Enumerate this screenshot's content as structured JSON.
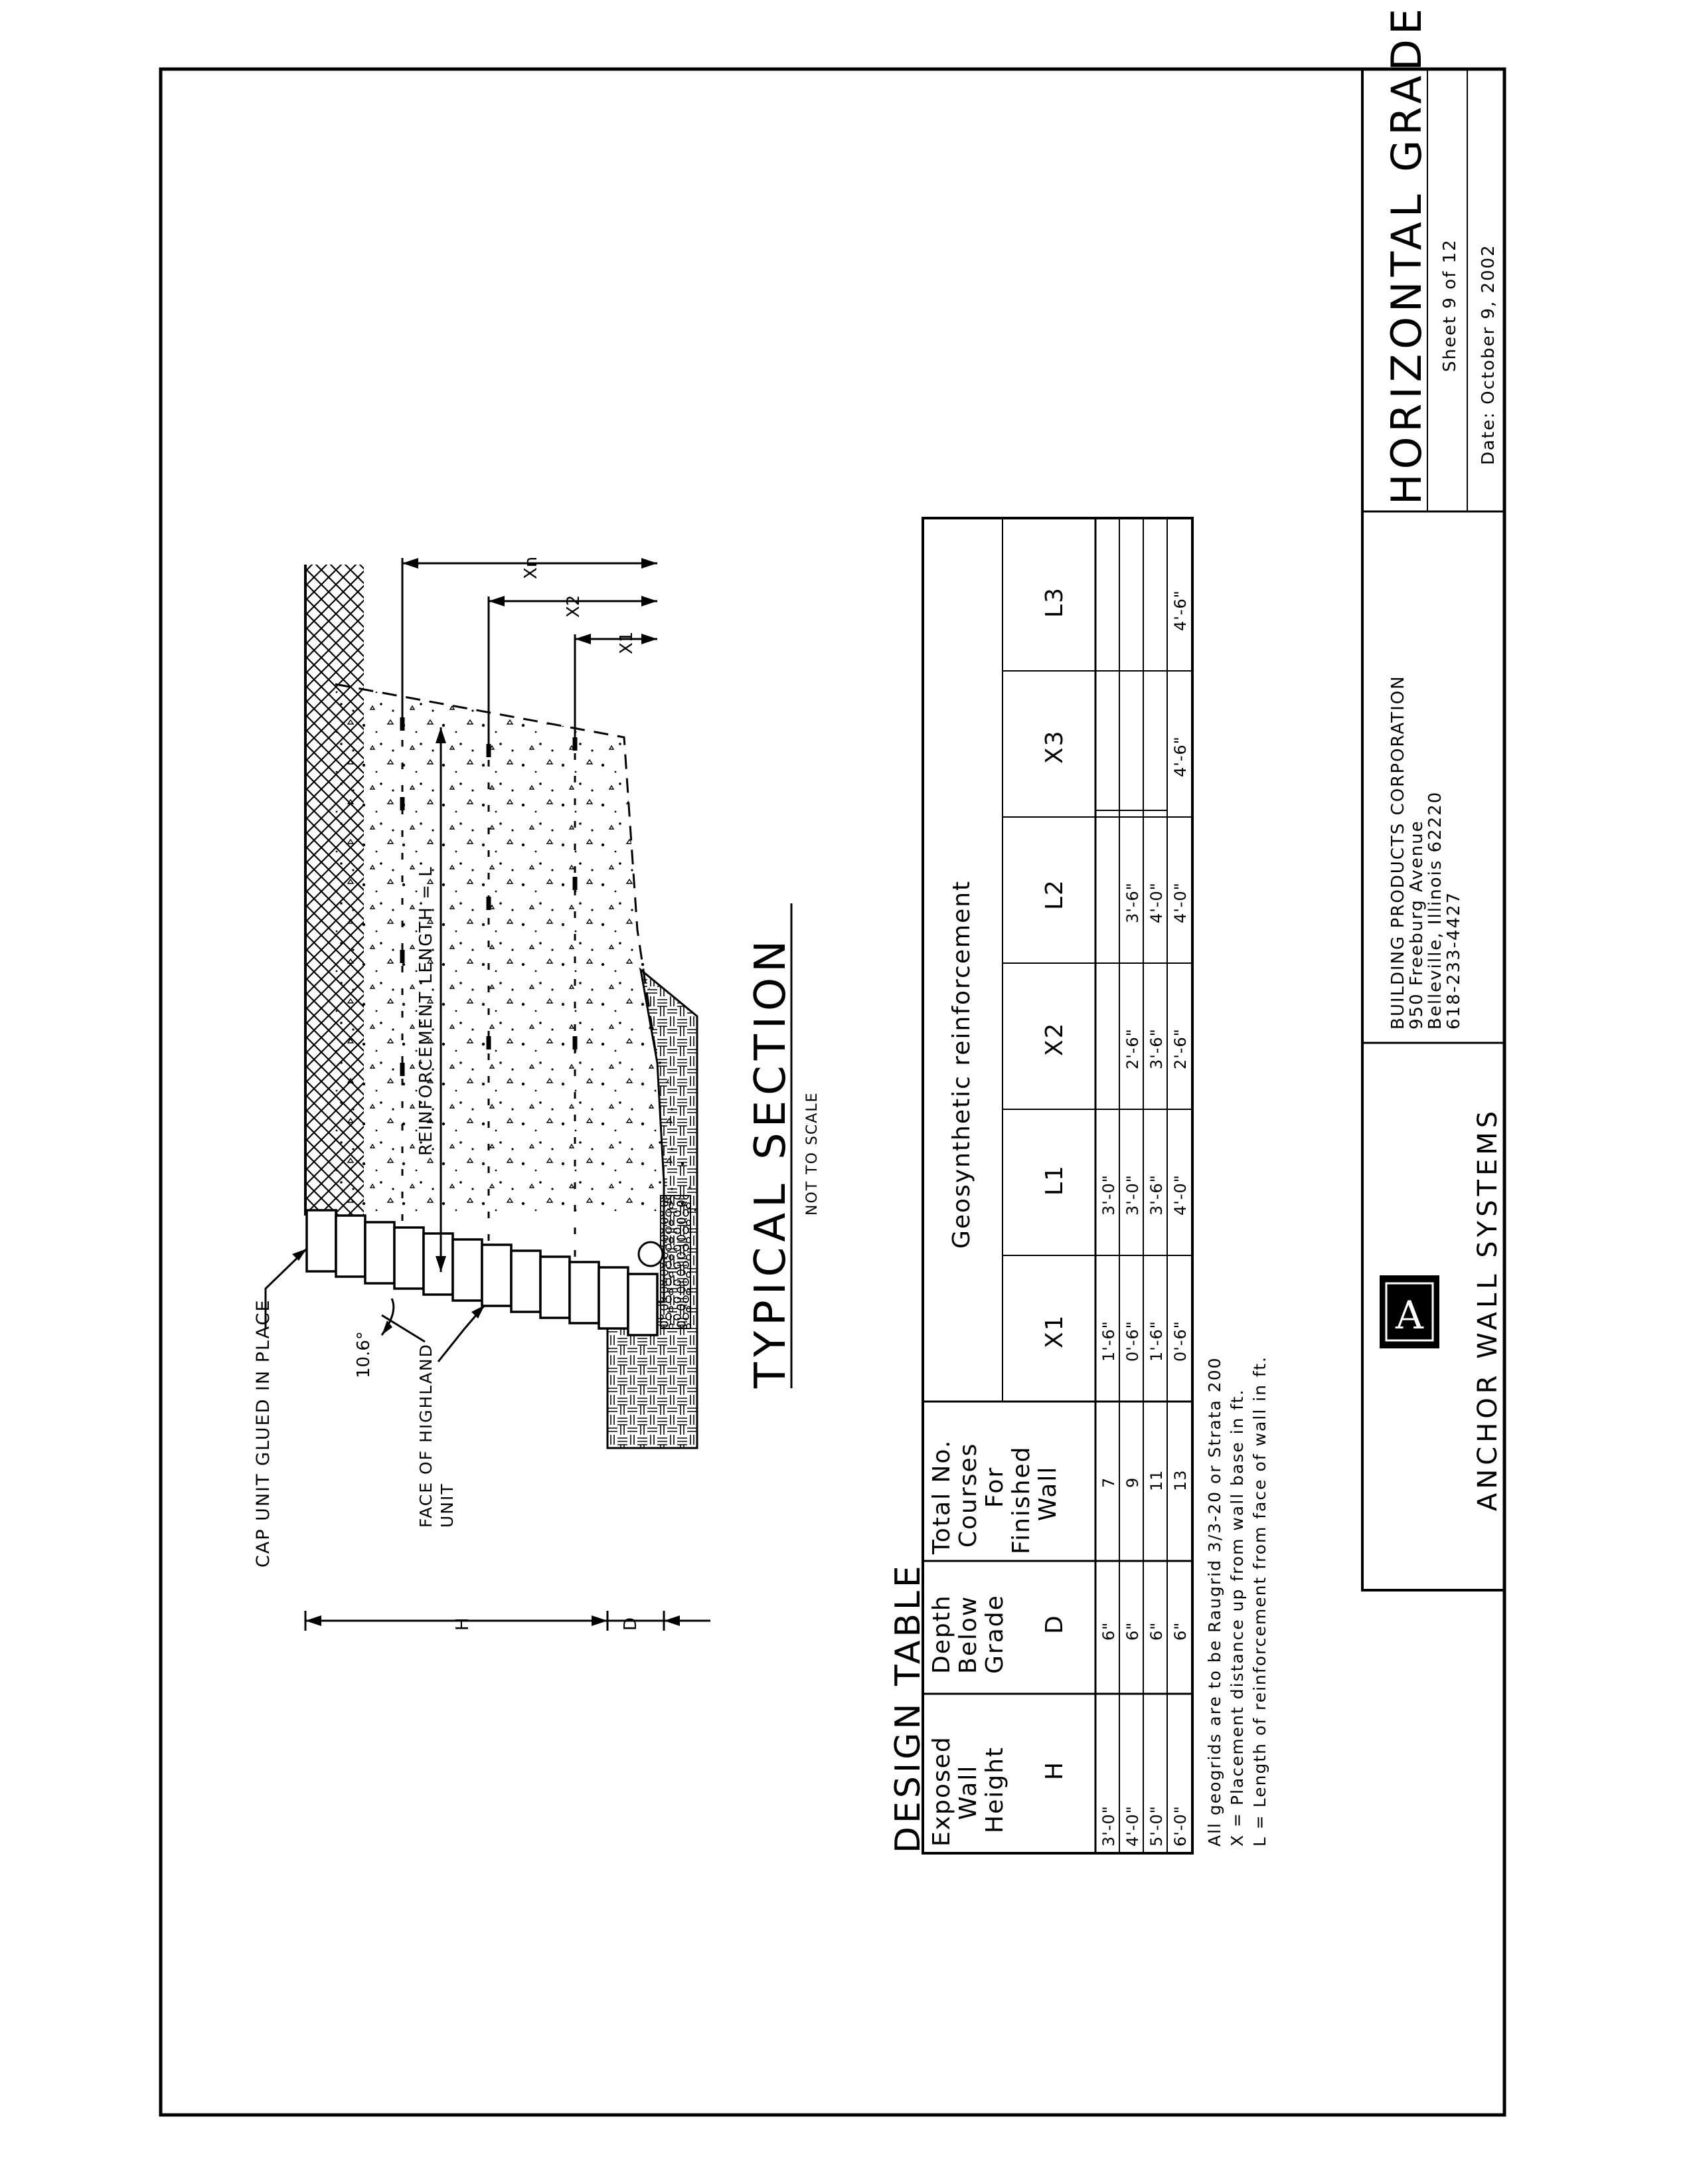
{
  "title_block": {
    "title": "HORIZONTAL GRADE",
    "sheet": "Sheet 9 of 12",
    "date": "Date:  October 9, 2002",
    "company_lines": [
      "BUILDING PRODUCTS CORPORATION",
      "950 Freeburg Avenue",
      "Belleville, Illinois 62220",
      "618-233-4427"
    ],
    "brand": "ANCHOR WALL  SYSTEMS",
    "logo_glyph": "A"
  },
  "section": {
    "title": "TYPICAL SECTION",
    "subtitle": "NOT TO SCALE",
    "labels": {
      "cap": "CAP UNIT GLUED IN PLACE",
      "face_line1": "FACE OF HIGHLAND",
      "face_line2": "UNIT",
      "angle": "10.6°",
      "reinf_length": "REINFORCEMENT LENGTH = L",
      "h": "H",
      "d": "D",
      "x1": "X1",
      "x2": "X2",
      "xn": "Xn"
    }
  },
  "design_table": {
    "title": "DESIGN TABLE",
    "headers": {
      "h": [
        "Exposed",
        "Wall",
        "Height",
        "H"
      ],
      "d": [
        "Depth",
        "Below",
        "Grade",
        "D"
      ],
      "courses": [
        "Total No.",
        "Courses",
        "For",
        "Finished",
        "Wall"
      ],
      "geo": "Geosynthetic reinforcement",
      "sub": [
        "X1",
        "L1",
        "X2",
        "L2",
        "X3",
        "L3"
      ]
    },
    "rows": [
      {
        "h": "3'-0\"",
        "d": "6\"",
        "courses": "7",
        "x1": "1'-6\"",
        "l1": "3'-0\"",
        "x2": "",
        "l2": "",
        "x3": "",
        "l3": ""
      },
      {
        "h": "4'-0\"",
        "d": "6\"",
        "courses": "9",
        "x1": "0'-6\"",
        "l1": "3'-0\"",
        "x2": "2'-6\"",
        "l2": "3'-6\"",
        "x3": "",
        "l3": ""
      },
      {
        "h": "5'-0\"",
        "d": "6\"",
        "courses": "11",
        "x1": "1'-6\"",
        "l1": "3'-6\"",
        "x2": "3'-6\"",
        "l2": "4'-0\"",
        "x3": "",
        "l3": ""
      },
      {
        "h": "6'-0\"",
        "d": "6\"",
        "courses": "13",
        "x1": "0'-6\"",
        "l1": "4'-0\"",
        "x2": "2'-6\"",
        "l2": "4'-0\"",
        "x3": "4'-6\"",
        "l3": "4'-6\""
      }
    ]
  },
  "notes": [
    "All geogrids are to be Raugrid 3/3-20 or Strata 200",
    "X = Placement distance up from wall base in ft.",
    "L = Length of reinforcement from face of wall in ft."
  ]
}
